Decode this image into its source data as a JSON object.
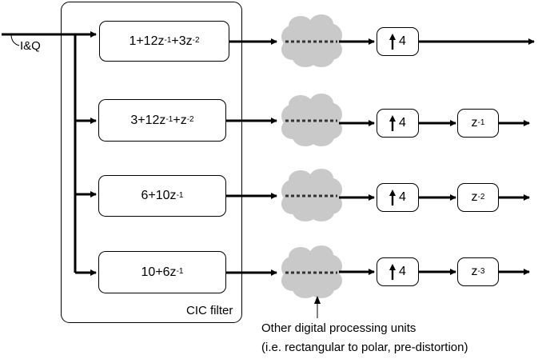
{
  "input_label": "I&Q",
  "cic_label": "CIC filter",
  "filter_rows": [
    {
      "base": "1+12z",
      "t1": "-1",
      "mid": "+3z",
      "t2": "-2"
    },
    {
      "base": "3+12z",
      "t1": "-1",
      "mid": "+z",
      "t2": "-2"
    },
    {
      "base": "6+10z",
      "t1": "-1",
      "mid": "",
      "t2": ""
    },
    {
      "base": "10+6z",
      "t1": "-1",
      "mid": "",
      "t2": ""
    }
  ],
  "upsample_factor": "4",
  "delay_base": "z",
  "delays": [
    "-1",
    "-2",
    "-3"
  ],
  "caption_line1": "Other digital processing units",
  "caption_line2": "(i.e. rectangular to polar, pre-distortion)",
  "colors": {
    "cloud": "#c9c9c9",
    "stroke": "#000000"
  }
}
